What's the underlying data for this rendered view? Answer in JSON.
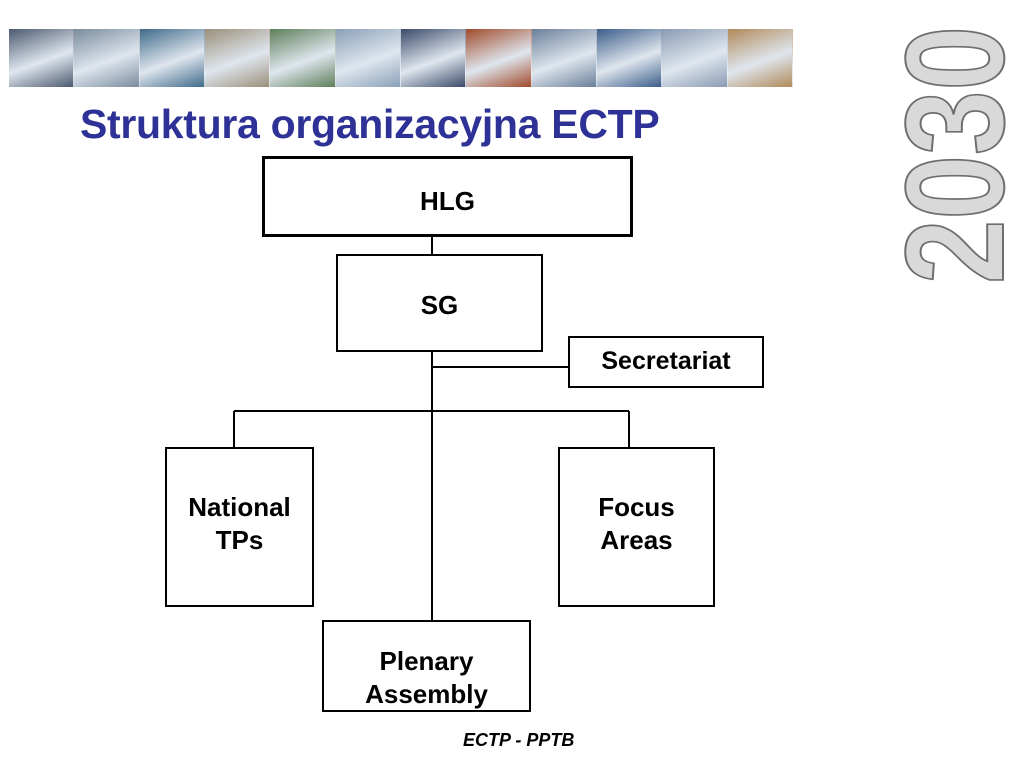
{
  "banner": {
    "photos": [
      "#4c5a70",
      "#7a8c9e",
      "#3f6a8a",
      "#9a8f7a",
      "#5d7f5a",
      "#8aa0b8",
      "#3a4a6a",
      "#a04a2a",
      "#6a7f9a",
      "#3b5d8a",
      "#8a9bb3",
      "#b08a5a"
    ]
  },
  "title": "Struktura organizacyjna ECTP",
  "year_graphic": "2030",
  "diagram": {
    "hlg": "HLG",
    "sg": "SG",
    "secretariat": "Secretariat",
    "national_tps": [
      "National",
      "TPs"
    ],
    "focus_areas": [
      "Focus",
      "Areas"
    ],
    "plenary_assembly": [
      "Plenary",
      "Assembly"
    ]
  },
  "footer": "ECTP - PPTB",
  "colors": {
    "title": "#2e3196",
    "year_fill": "#d9d9d9",
    "year_stroke": "#6e6e6e"
  }
}
